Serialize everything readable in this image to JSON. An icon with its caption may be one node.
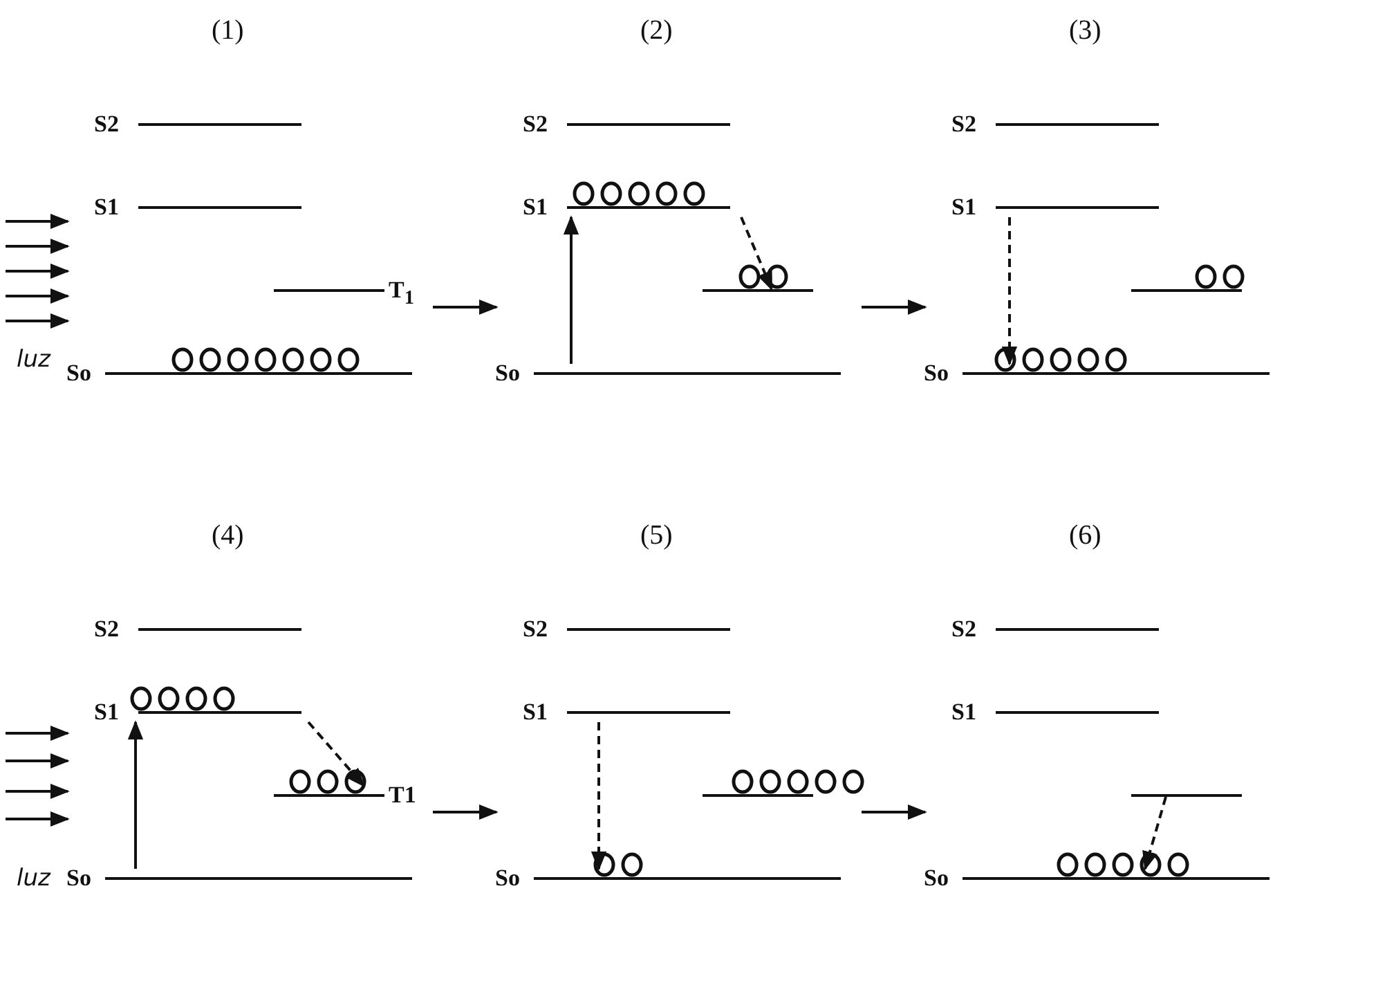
{
  "diagram": {
    "nodes": [
      {
        "text": [
          "(1)"
        ]
      },
      {
        "text": [
          "S2"
        ],
        "in": 0
      },
      {
        "text": [
          "S1"
        ],
        "in": 0
      },
      {
        "text": [
          "T$_{1}$"
        ],
        "in": 0
      },
      {
        "text": [
          "So"
        ],
        "in": 0
      },
      {
        "text": [
          "(2)"
        ]
      },
      {
        "text": [
          "S2"
        ],
        "in": 5
      },
      {
        "text": [
          "S1"
        ],
        "in": 5
      },
      {
        "text": [],
        "shape": "bar",
        "in": 5
      },
      {
        "text": [
          "So"
        ],
        "in": 5
      },
      {
        "text": [
          "(3)"
        ]
      },
      {
        "text": [
          "S2"
        ],
        "in": 10
      },
      {
        "text": [
          "S1"
        ],
        "in": 10
      },
      {
        "text": [],
        "shape": "bar",
        "in": 10
      },
      {
        "text": [
          "So"
        ],
        "in": 10
      },
      {
        "text": [
          "(4)"
        ]
      },
      {
        "text": [
          "S2"
        ],
        "in": 15
      },
      {
        "text": [
          "S1"
        ],
        "in": 15
      },
      {
        "text": [
          "T1"
        ],
        "in": 15
      },
      {
        "text": [
          "So"
        ],
        "in": 15
      },
      {
        "text": [
          "(5)"
        ]
      },
      {
        "text": [
          "S2"
        ],
        "in": 20
      },
      {
        "text": [
          "S1"
        ],
        "in": 20
      },
      {
        "text": [],
        "shape": "bar",
        "in": 20
      },
      {
        "text": [
          "So"
        ],
        "in": 20
      },
      {
        "text": [
          "(6)"
        ]
      },
      {
        "text": [
          "S2"
        ],
        "in": 25
      },
      {
        "text": [
          "S1"
        ],
        "in": 25
      },
      {
        "text": [],
        "shape": "bar",
        "in": 25
      },
      {
        "text": [
          "So"
        ],
        "in": 25
      }
    ],
    "edges": [
      {
        "from": null,
        "to": 0,
        "arrow": "to"
      },
      {
        "from": null,
        "to": 0,
        "arrow": "to"
      },
      {
        "from": null,
        "to": 0,
        "arrow": "to"
      },
      {
        "from": null,
        "to": 0,
        "arrow": "to"
      },
      {
        "from": null,
        "to": 0,
        "arrow": "to"
      },
      {
        "from": 0,
        "to": 5,
        "arrow": "to"
      },
      {
        "from": 9,
        "to": 7,
        "arrow": "to"
      },
      {
        "from": 7,
        "to": 8,
        "arrow": "to",
        "style": "dashed"
      },
      {
        "from": 5,
        "to": 10,
        "arrow": "to"
      },
      {
        "from": 12,
        "to": 14,
        "arrow": "to",
        "style": "dashed"
      },
      {
        "from": null,
        "to": 15,
        "arrow": "to"
      },
      {
        "from": null,
        "to": 15,
        "arrow": "to"
      },
      {
        "from": null,
        "to": 15,
        "arrow": "to"
      },
      {
        "from": null,
        "to": 15,
        "arrow": "to"
      },
      {
        "from": 19,
        "to": 17,
        "arrow": "to"
      },
      {
        "from": 17,
        "to": 18,
        "arrow": "to",
        "style": "dashed"
      },
      {
        "from": 15,
        "to": 20,
        "arrow": "to"
      },
      {
        "from": 22,
        "to": 24,
        "arrow": "to",
        "style": "dashed"
      },
      {
        "from": 20,
        "to": 25,
        "arrow": "to"
      },
      {
        "from": 28,
        "to": 29,
        "arrow": "to",
        "style": "dashed"
      }
    ],
    "labels": [
      "luz",
      "luz"
    ]
  }
}
